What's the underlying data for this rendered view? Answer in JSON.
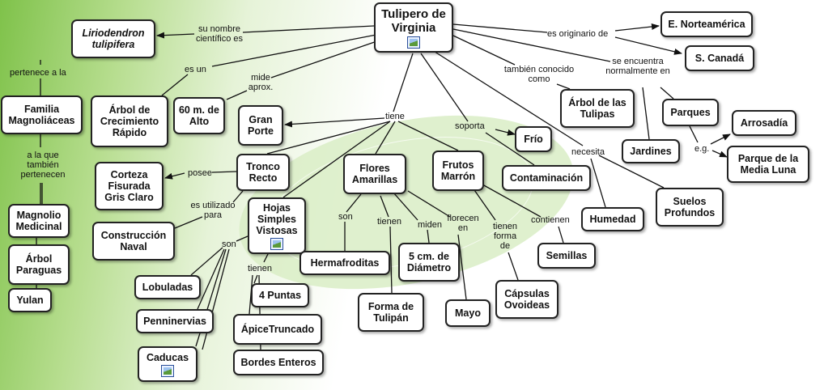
{
  "nodes": {
    "tulipero": "Tulipero de Virginia",
    "liriodendron": "Liriodendron tulipifera",
    "familia": "Familia Magnoliáceas",
    "arbol_crec": "Árbol de Crecimiento Rápido",
    "alto": "60 m. de Alto",
    "gran_porte": "Gran Porte",
    "tronco": "Tronco Recto",
    "corteza": "Corteza Fisurada Gris Claro",
    "construccion": "Construcción Naval",
    "magnolio": "Magnolio Medicinal",
    "arbol_paraguas": "Árbol Paraguas",
    "yulan": "Yulan",
    "hojas": "Hojas Simples Vistosas",
    "lobuladas": "Lobuladas",
    "penninervias": "Penninervias",
    "caducas": "Caducas",
    "cuatro_puntas": "4 Puntas",
    "apice": "ÁpiceTruncado",
    "bordes": "Bordes Enteros",
    "flores": "Flores Amarillas",
    "hermafroditas": "Hermafroditas",
    "forma_tulipan": "Forma de Tulipán",
    "diametro": "5 cm. de Diámetro",
    "mayo": "Mayo",
    "frutos": "Frutos Marrón",
    "semillas": "Semillas",
    "capsulas": "Cápsulas Ovoideas",
    "frio": "Frío",
    "contaminacion": "Contaminación",
    "humedad": "Humedad",
    "suelos": "Suelos Profundos",
    "arbol_tulipas": "Árbol de las Tulipas",
    "jardines": "Jardines",
    "parques": "Parques",
    "arrosadia": "Arrosadía",
    "media_luna": "Parque de la Media Luna",
    "norteamerica": "E. Norteamérica",
    "canada": "S. Canadá"
  },
  "labels": {
    "su_nombre": "su nombre científico es",
    "pertenece": "pertenece a la",
    "a_la_que": "a la que también pertenecen",
    "es_un": "es un",
    "mide": "mide aprox.",
    "tiene": "tiene",
    "posee": "posee",
    "es_utilizado": "es utilizado para",
    "son_hojas": "son",
    "tienen_hojas": "tienen",
    "son_flores": "son",
    "tienen_flores": "tienen",
    "miden": "miden",
    "florecen": "florecen en",
    "tienen_forma": "tienen forma de",
    "contienen": "contienen",
    "soporta": "soporta",
    "necesita": "necesita",
    "tambien": "también conocido como",
    "se_encuentra": "se encuentra normalmente en",
    "eg": "e.g.",
    "originario": "es originario de"
  },
  "colors": {
    "accent_green": "#7fc24a",
    "node_border": "#222222",
    "link": "#111111"
  }
}
